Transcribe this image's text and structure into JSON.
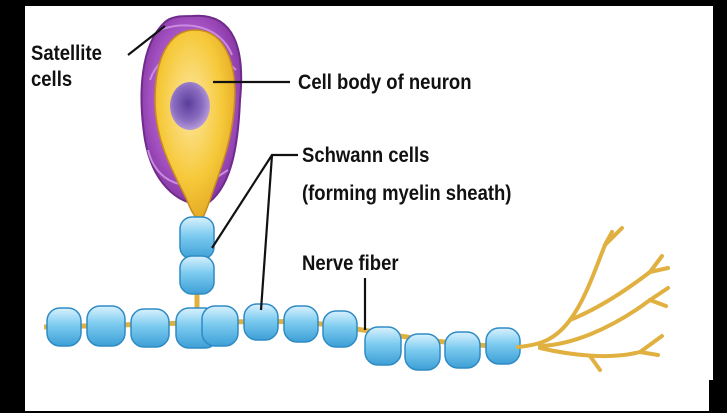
{
  "labels": {
    "satellite_line1": "Satellite",
    "satellite_line2": "cells",
    "cell_body": "Cell body of neuron",
    "schwann_line1": "Schwann cells",
    "schwann_line2": "(forming myelin sheath)",
    "nerve_fiber": "Nerve fiber"
  },
  "colors": {
    "satellite": "#a24fbf",
    "cell_body": "#f6c93a",
    "nucleus": "#8a6cc0",
    "schwann": "#6cc2ec",
    "axon": "#e0b040",
    "line": "#111111"
  }
}
